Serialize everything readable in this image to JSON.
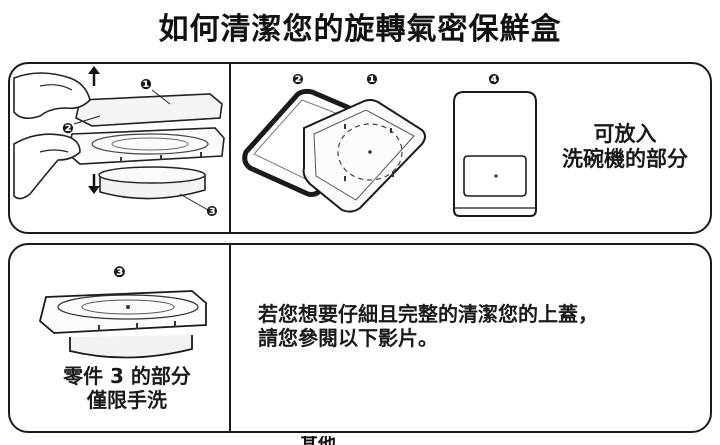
{
  "title": "如何清潔您的旋轉氣密保鮮盒",
  "top_panel": {
    "dishwasher_label": "可放入\n洗碗機的部分",
    "left_badges": [
      "❶",
      "❷",
      "❸"
    ],
    "middle_badges": [
      "❷",
      "❶"
    ],
    "right_badge": "❹"
  },
  "bottom_panel": {
    "badge": "❸",
    "handwash_label": "零件 3 的部分\n僅限手洗",
    "video_text": "若您想要仔細且完整的清潔您的上蓋，\n請您參閱以下影片。"
  },
  "footer_fragment": "其他"
}
